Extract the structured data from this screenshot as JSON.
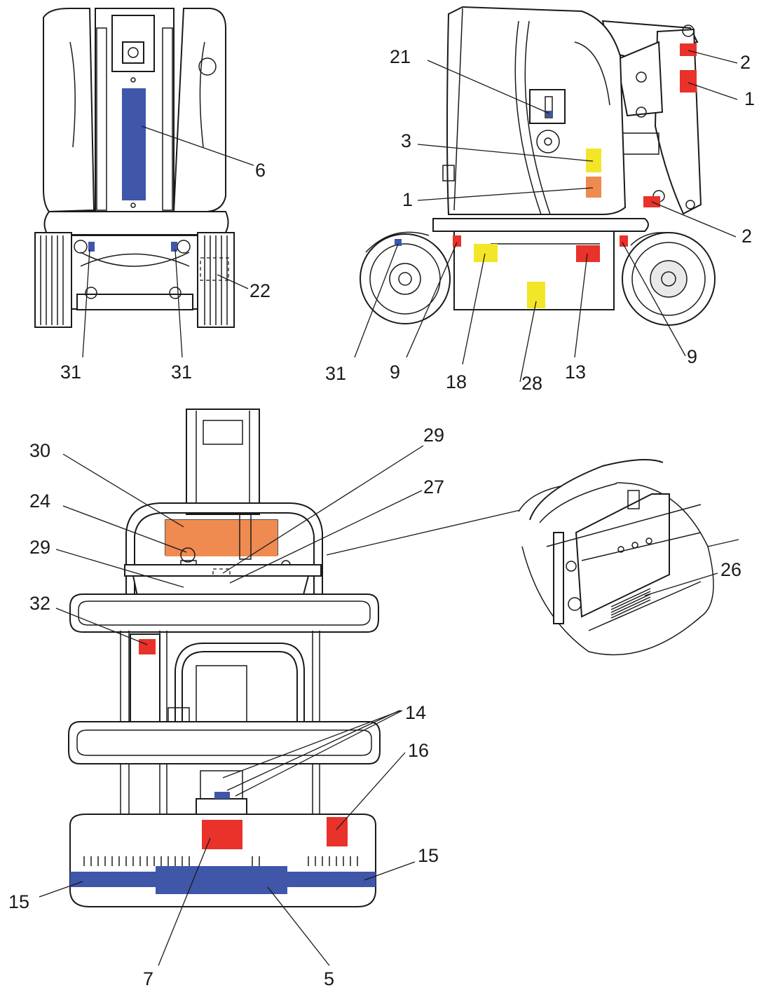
{
  "colors": {
    "red": "#e8322a",
    "yellow": "#f3e628",
    "orange": "#ef8a50",
    "blue": "#3f56a9",
    "line": "#1a1a1a"
  },
  "labels": {
    "top_left": {
      "l6": "6",
      "l22": "22",
      "l31a": "31",
      "l31b": "31"
    },
    "top_right": {
      "l21": "21",
      "l3": "3",
      "l1a": "1",
      "l2a": "2",
      "l1b": "1",
      "l2b": "2",
      "l31": "31",
      "l9a": "9",
      "l18": "18",
      "l28": "28",
      "l13": "13",
      "l9b": "9"
    },
    "bottom": {
      "l30": "30",
      "l29a": "29",
      "l27": "27",
      "l24": "24",
      "l29b": "29",
      "l32": "32",
      "l14": "14",
      "l16": "16",
      "l15a": "15",
      "l15b": "15",
      "l7": "7",
      "l5": "5"
    },
    "detail": {
      "l26": "26"
    }
  }
}
